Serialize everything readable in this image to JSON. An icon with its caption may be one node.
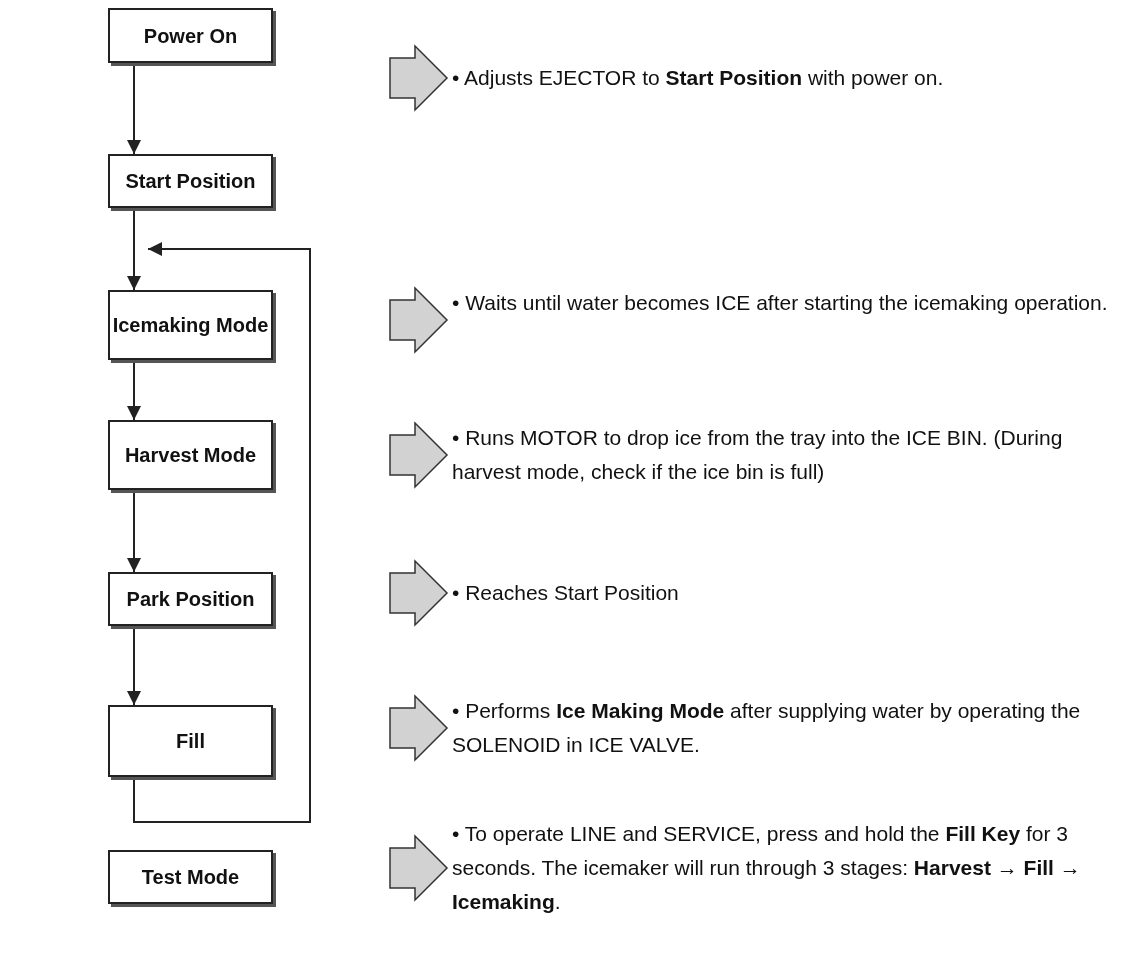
{
  "diagram": {
    "nodes": [
      {
        "text": [
          "Power On"
        ]
      },
      {
        "text": [
          "Start Position"
        ]
      },
      {
        "text": [
          "Icemaking Mode"
        ]
      },
      {
        "text": [
          "Harvest Mode"
        ]
      },
      {
        "text": [
          "Park Position"
        ]
      },
      {
        "text": [
          "Fill"
        ]
      },
      {
        "text": [
          "Test Mode"
        ]
      },
      {
        "text": [
          "• Adjusts EJECTOR to **Start Position** with power on."
        ]
      },
      {
        "text": [
          "• Waits until water becomes ICE after starting the icemaking operation."
        ]
      },
      {
        "text": [
          "• Runs MOTOR to drop ice from the tray into the ICE BIN. (During harvest mode, check if the ice bin is full)"
        ]
      },
      {
        "text": [
          "• Reaches Start Position"
        ]
      },
      {
        "text": [
          "• Performs **Ice Making Mode** after supplying water by operating the SOLENOID in ICE VALVE."
        ]
      },
      {
        "text": [
          "• To operate LINE and SERVICE, press and hold the **Fill Key** for 3 seconds. The icemaker will run through 3 stages: **Harvest → Fill → Icemaking**."
        ]
      }
    ],
    "edges": [
      {
        "from": 0,
        "to": 1,
        "arrow": "to"
      },
      {
        "from": 1,
        "to": 2,
        "arrow": "to"
      },
      {
        "from": 2,
        "to": 3,
        "arrow": "to"
      },
      {
        "from": 3,
        "to": 4,
        "arrow": "to"
      },
      {
        "from": 4,
        "to": 5,
        "arrow": "to"
      },
      {
        "from": 5,
        "to": 2,
        "arrow": "to"
      },
      {
        "from": null,
        "to": 7,
        "arrow": "to",
        "style": "thick"
      },
      {
        "from": null,
        "to": 8,
        "arrow": "to",
        "style": "thick"
      },
      {
        "from": null,
        "to": 9,
        "arrow": "to",
        "style": "thick"
      },
      {
        "from": null,
        "to": 10,
        "arrow": "to",
        "style": "thick"
      },
      {
        "from": null,
        "to": 11,
        "arrow": "to",
        "style": "thick"
      },
      {
        "from": null,
        "to": 12,
        "arrow": "to",
        "style": "thick"
      }
    ]
  }
}
